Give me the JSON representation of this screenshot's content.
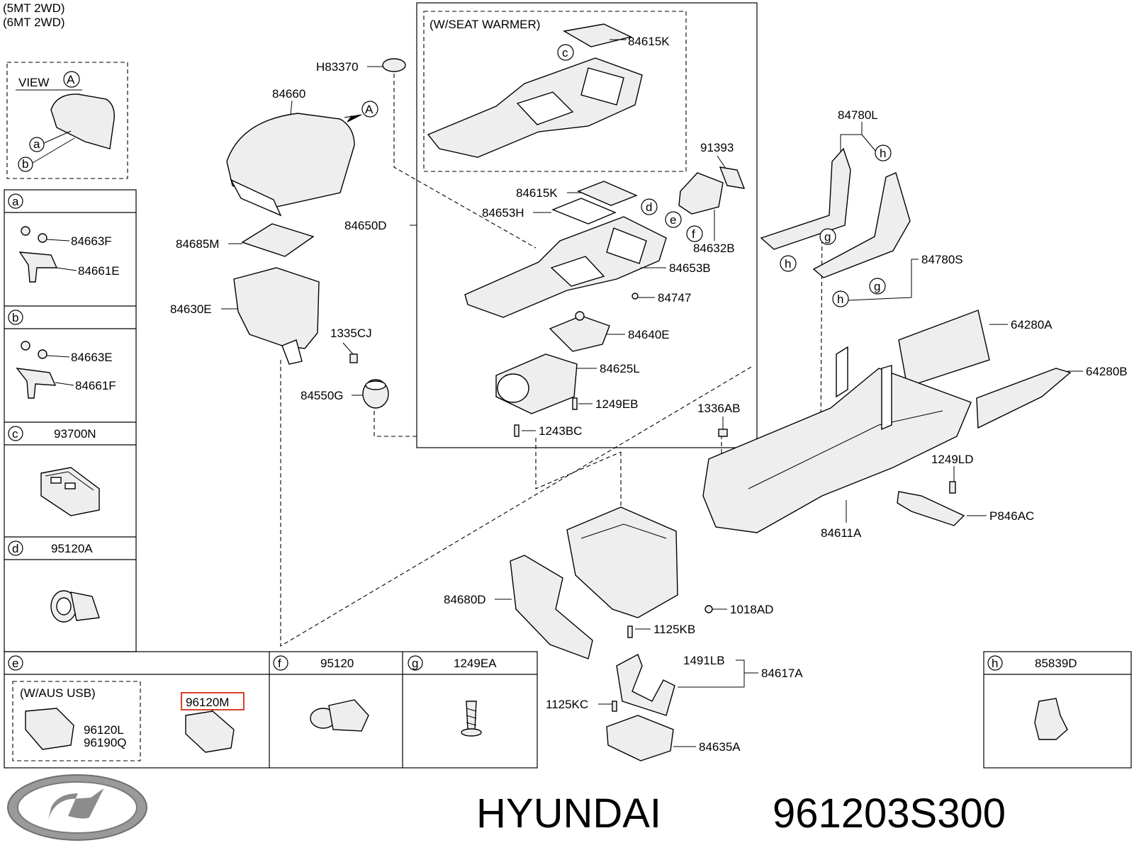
{
  "header_notes": [
    "(5MT 2WD)",
    "(6MT 2WD)"
  ],
  "view_box": {
    "title": "VIEW",
    "marker": "A",
    "callouts": [
      "a",
      "b"
    ]
  },
  "arrow_marker": "A",
  "seat_warmer_note": "(W/SEAT WARMER)",
  "aus_usb_note": "(W/AUS  USB)",
  "detail_cells": {
    "a": {
      "letter": "a",
      "parts": [
        "84663F",
        "84661E"
      ]
    },
    "b": {
      "letter": "b",
      "parts": [
        "84663E",
        "84661F"
      ]
    },
    "c": {
      "letter": "c",
      "part": "93700N"
    },
    "d": {
      "letter": "d",
      "part": "95120A"
    },
    "e": {
      "letter": "e",
      "parts": [
        "96120L",
        "96190Q"
      ],
      "highlighted": "96120M"
    },
    "f": {
      "letter": "f",
      "part": "95120"
    },
    "g": {
      "letter": "g",
      "part": "1249EA"
    },
    "h": {
      "letter": "h",
      "part": "85839D"
    }
  },
  "callout_letters": [
    "c",
    "d",
    "e",
    "f",
    "g",
    "h"
  ],
  "parts": {
    "p84660": "84660",
    "pH83370": "H83370",
    "p84685M": "84685M",
    "p84630E": "84630E",
    "p1335CJ": "1335CJ",
    "p84550G": "84550G",
    "p84650D": "84650D",
    "p84615K_a": "84615K",
    "p84615K_b": "84615K",
    "p84653H": "84653H",
    "p91393": "91393",
    "p84632B": "84632B",
    "p84653B": "84653B",
    "p84747": "84747",
    "p84640E": "84640E",
    "p84625L": "84625L",
    "p1249EB": "1249EB",
    "p1243BC": "1243BC",
    "p84780L": "84780L",
    "p84780S": "84780S",
    "p64280A": "64280A",
    "p64280B": "64280B",
    "p1336AB": "1336AB",
    "p1249LD": "1249LD",
    "pP846AC": "P846AC",
    "p84611A": "84611A",
    "p84680D": "84680D",
    "p1018AD": "1018AD",
    "p1125KB": "1125KB",
    "p1491LB": "1491LB",
    "p84617A": "84617A",
    "p1125KC": "1125KC",
    "p84635A": "84635A"
  },
  "brand": {
    "name": "HYUNDAI",
    "part_number": "961203S300"
  },
  "colors": {
    "line": "#000000",
    "highlight": "#d9412b",
    "logo": "#8c8c8c"
  }
}
